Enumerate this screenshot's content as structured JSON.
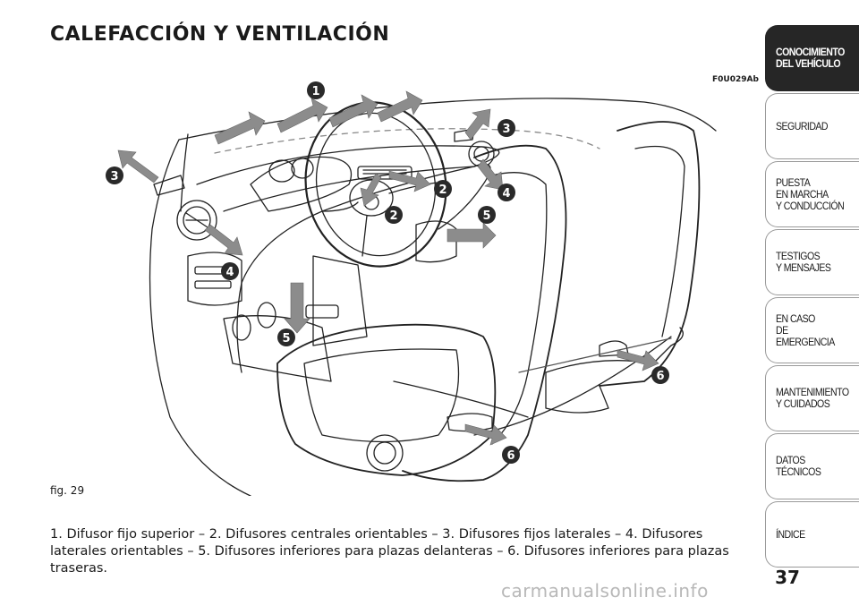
{
  "header": {
    "title": "CALEFACCIÓN Y VENTILACIÓN"
  },
  "figure": {
    "code": "F0U029Ab",
    "label": "fig. 29",
    "callouts": [
      "1",
      "2",
      "2",
      "3",
      "3",
      "4",
      "4",
      "5",
      "5",
      "6",
      "6"
    ]
  },
  "caption": "1. Difusor fijo superior – 2. Difusores centrales orientables – 3. Difusores fijos laterales – 4. Difusores laterales orientables – 5. Difusores inferiores para plazas delanteras – 6. Difusores inferiores para plazas traseras.",
  "sidebar": {
    "tabs": [
      {
        "label": "CONOCIMIENTO\nDEL VEHÍCULO",
        "active": true
      },
      {
        "label": "SEGURIDAD"
      },
      {
        "label": "PUESTA\nEN MARCHA\nY CONDUCCIÓN"
      },
      {
        "label": "TESTIGOS\nY MENSAJES"
      },
      {
        "label": "EN CASO\nDE EMERGENCIA"
      },
      {
        "label": "MANTENIMIENTO\nY CUIDADOS"
      },
      {
        "label": "DATOS TÉCNICOS"
      },
      {
        "label": "ÍNDICE"
      }
    ]
  },
  "page_number": "37",
  "watermark": "carmanualsonline.info"
}
